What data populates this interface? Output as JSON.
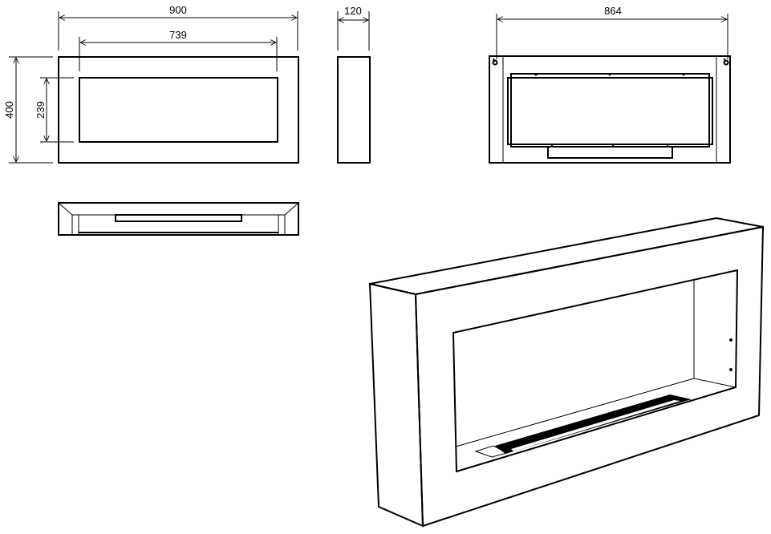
{
  "drawing": {
    "front_view": {
      "width_label": "900",
      "opening_width_label": "739",
      "height_label": "400",
      "opening_height_label": "239"
    },
    "side_view": {
      "depth_label": "120"
    },
    "back_view": {
      "bracket_spacing_label": "864"
    },
    "colors": {
      "line": "#000000",
      "background": "#ffffff"
    }
  }
}
